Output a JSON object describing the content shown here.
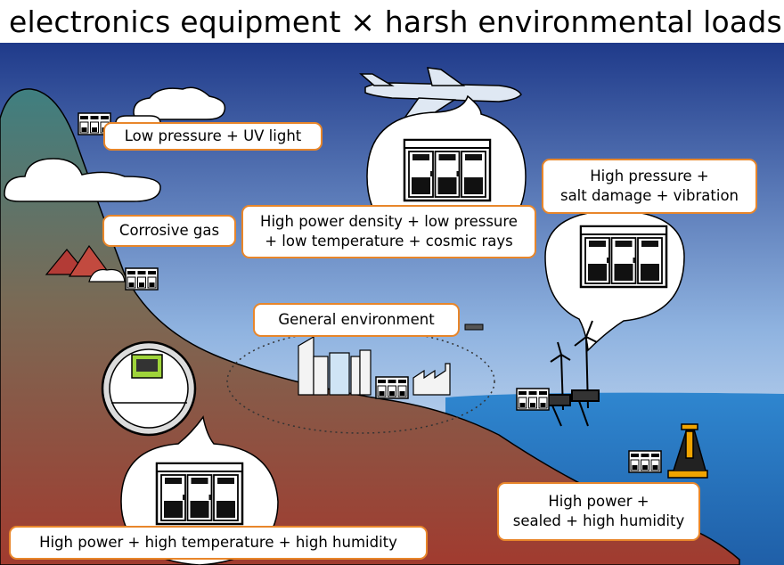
{
  "title": "electronics equipment × harsh environmental loads",
  "colors": {
    "accent_border": "#e8862a",
    "sky_top": "#1f3a8a",
    "sky_bottom": "#e4f0fb",
    "mountain_top": "#3f7f80",
    "mountain_bottom": "#a13b2f",
    "sea": "#2a79c4"
  },
  "labels": {
    "low_pressure": "Low pressure + UV light",
    "corrosive": "Corrosive gas",
    "aircraft_line1": "High power density + low pressure",
    "aircraft_line2": "+ low temperature + cosmic rays",
    "offshore_line1": "High pressure +",
    "offshore_line2": "salt damage + vibration",
    "general": "General environment",
    "underground": "High power + high temperature + high humidity",
    "platform_line1": "High power +",
    "platform_line2": "sealed + high humidity"
  },
  "icons": [
    "airplane-icon",
    "cloud-icon",
    "cabinet-icon",
    "volcano-icon",
    "factory-icon",
    "city-buildings-icon",
    "wind-turbine-icon",
    "oil-platform-icon",
    "tunnel-icon",
    "drone-icon"
  ]
}
